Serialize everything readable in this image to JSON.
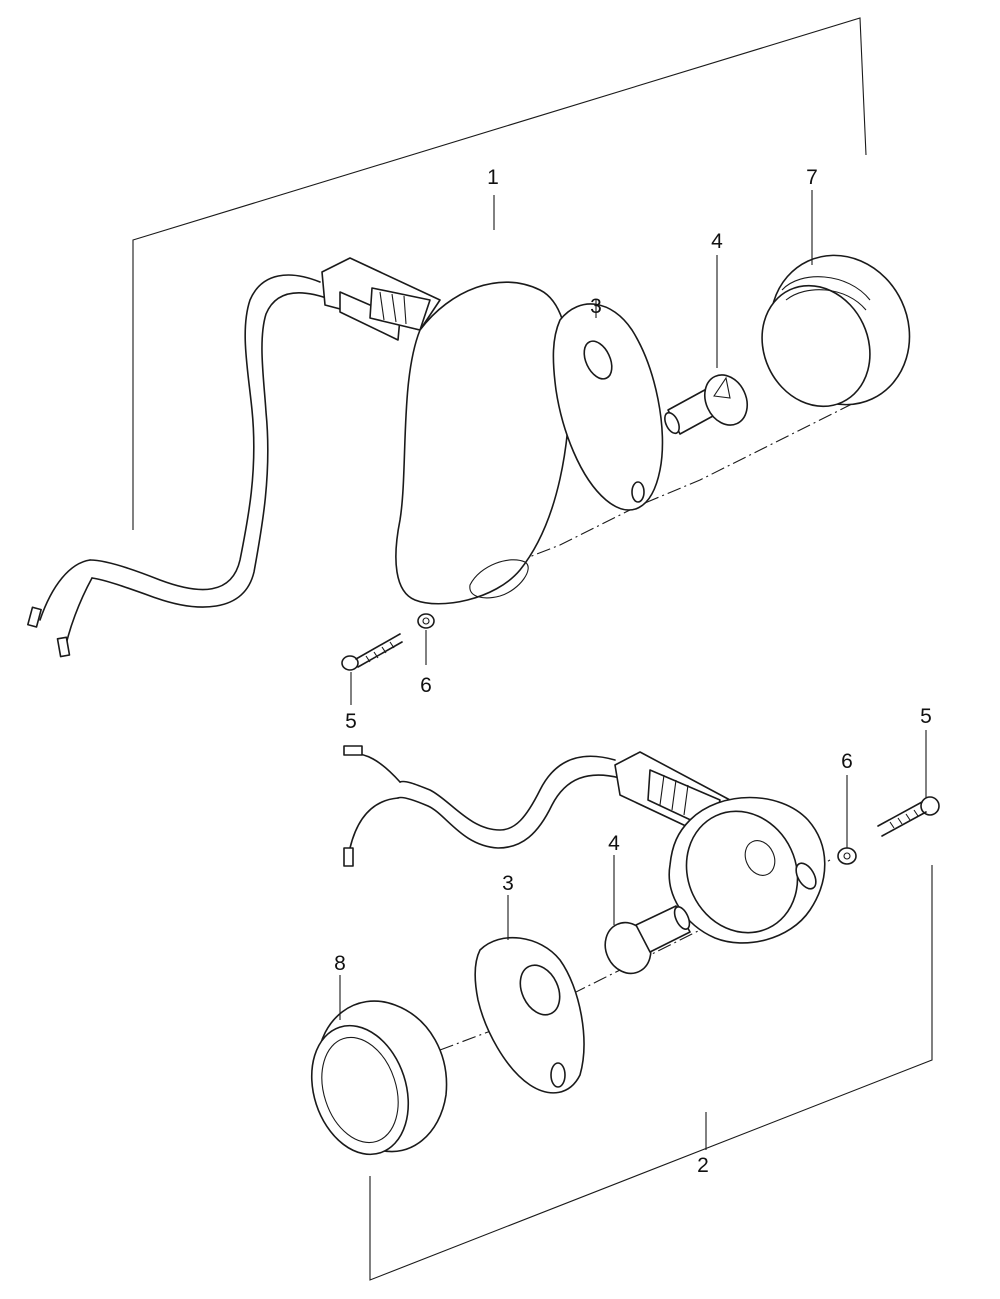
{
  "callouts": {
    "c1": "1",
    "c2": "2",
    "c3a": "3",
    "c3b": "3",
    "c4a": "4",
    "c4b": "4",
    "c5a": "5",
    "c5b": "5",
    "c6a": "6",
    "c6b": "6",
    "c7": "7",
    "c8": "8"
  },
  "colors": {
    "line": "#1a1a1a",
    "background": "#ffffff"
  }
}
